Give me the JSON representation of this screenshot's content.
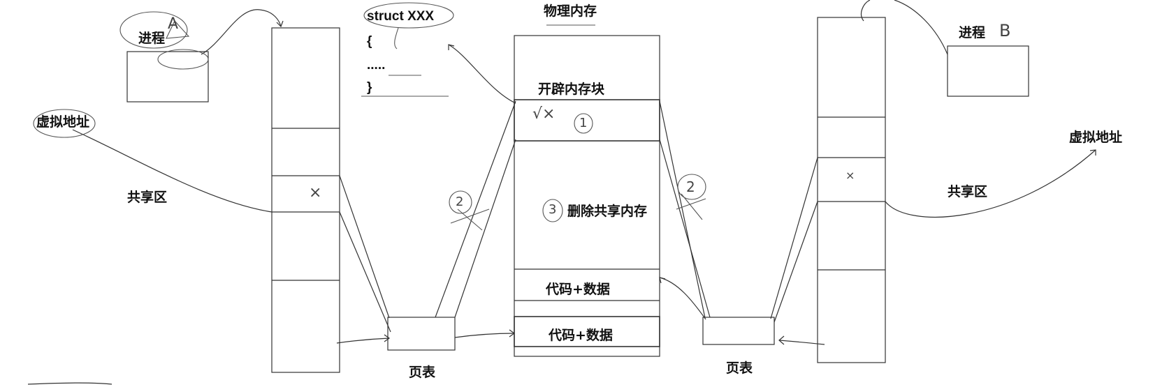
{
  "process_a": {
    "label": "进程",
    "mark": "A"
  },
  "process_b": {
    "label": "进程",
    "mark": "B"
  },
  "virtual_address_left": "虚拟地址",
  "virtual_address_right": "虚拟地址",
  "shared_region_left": "共享区",
  "shared_region_right": "共享区",
  "struct_block": {
    "line1": "struct XXX",
    "line2": "{",
    "line3": ".....",
    "line4": "}"
  },
  "physical_memory": {
    "title": "物理内存",
    "alloc_block": "开辟内存块",
    "delete_shared": "删除共享内存",
    "code_data_1": "代码+数据",
    "code_data_2": "代码+数据"
  },
  "page_table_left": "页表",
  "page_table_right": "页表",
  "handwritten": {
    "step1": "1",
    "step2_left": "2",
    "step2_right": "2",
    "step3": "3",
    "x_mark": "×",
    "check_mark": "√×"
  }
}
